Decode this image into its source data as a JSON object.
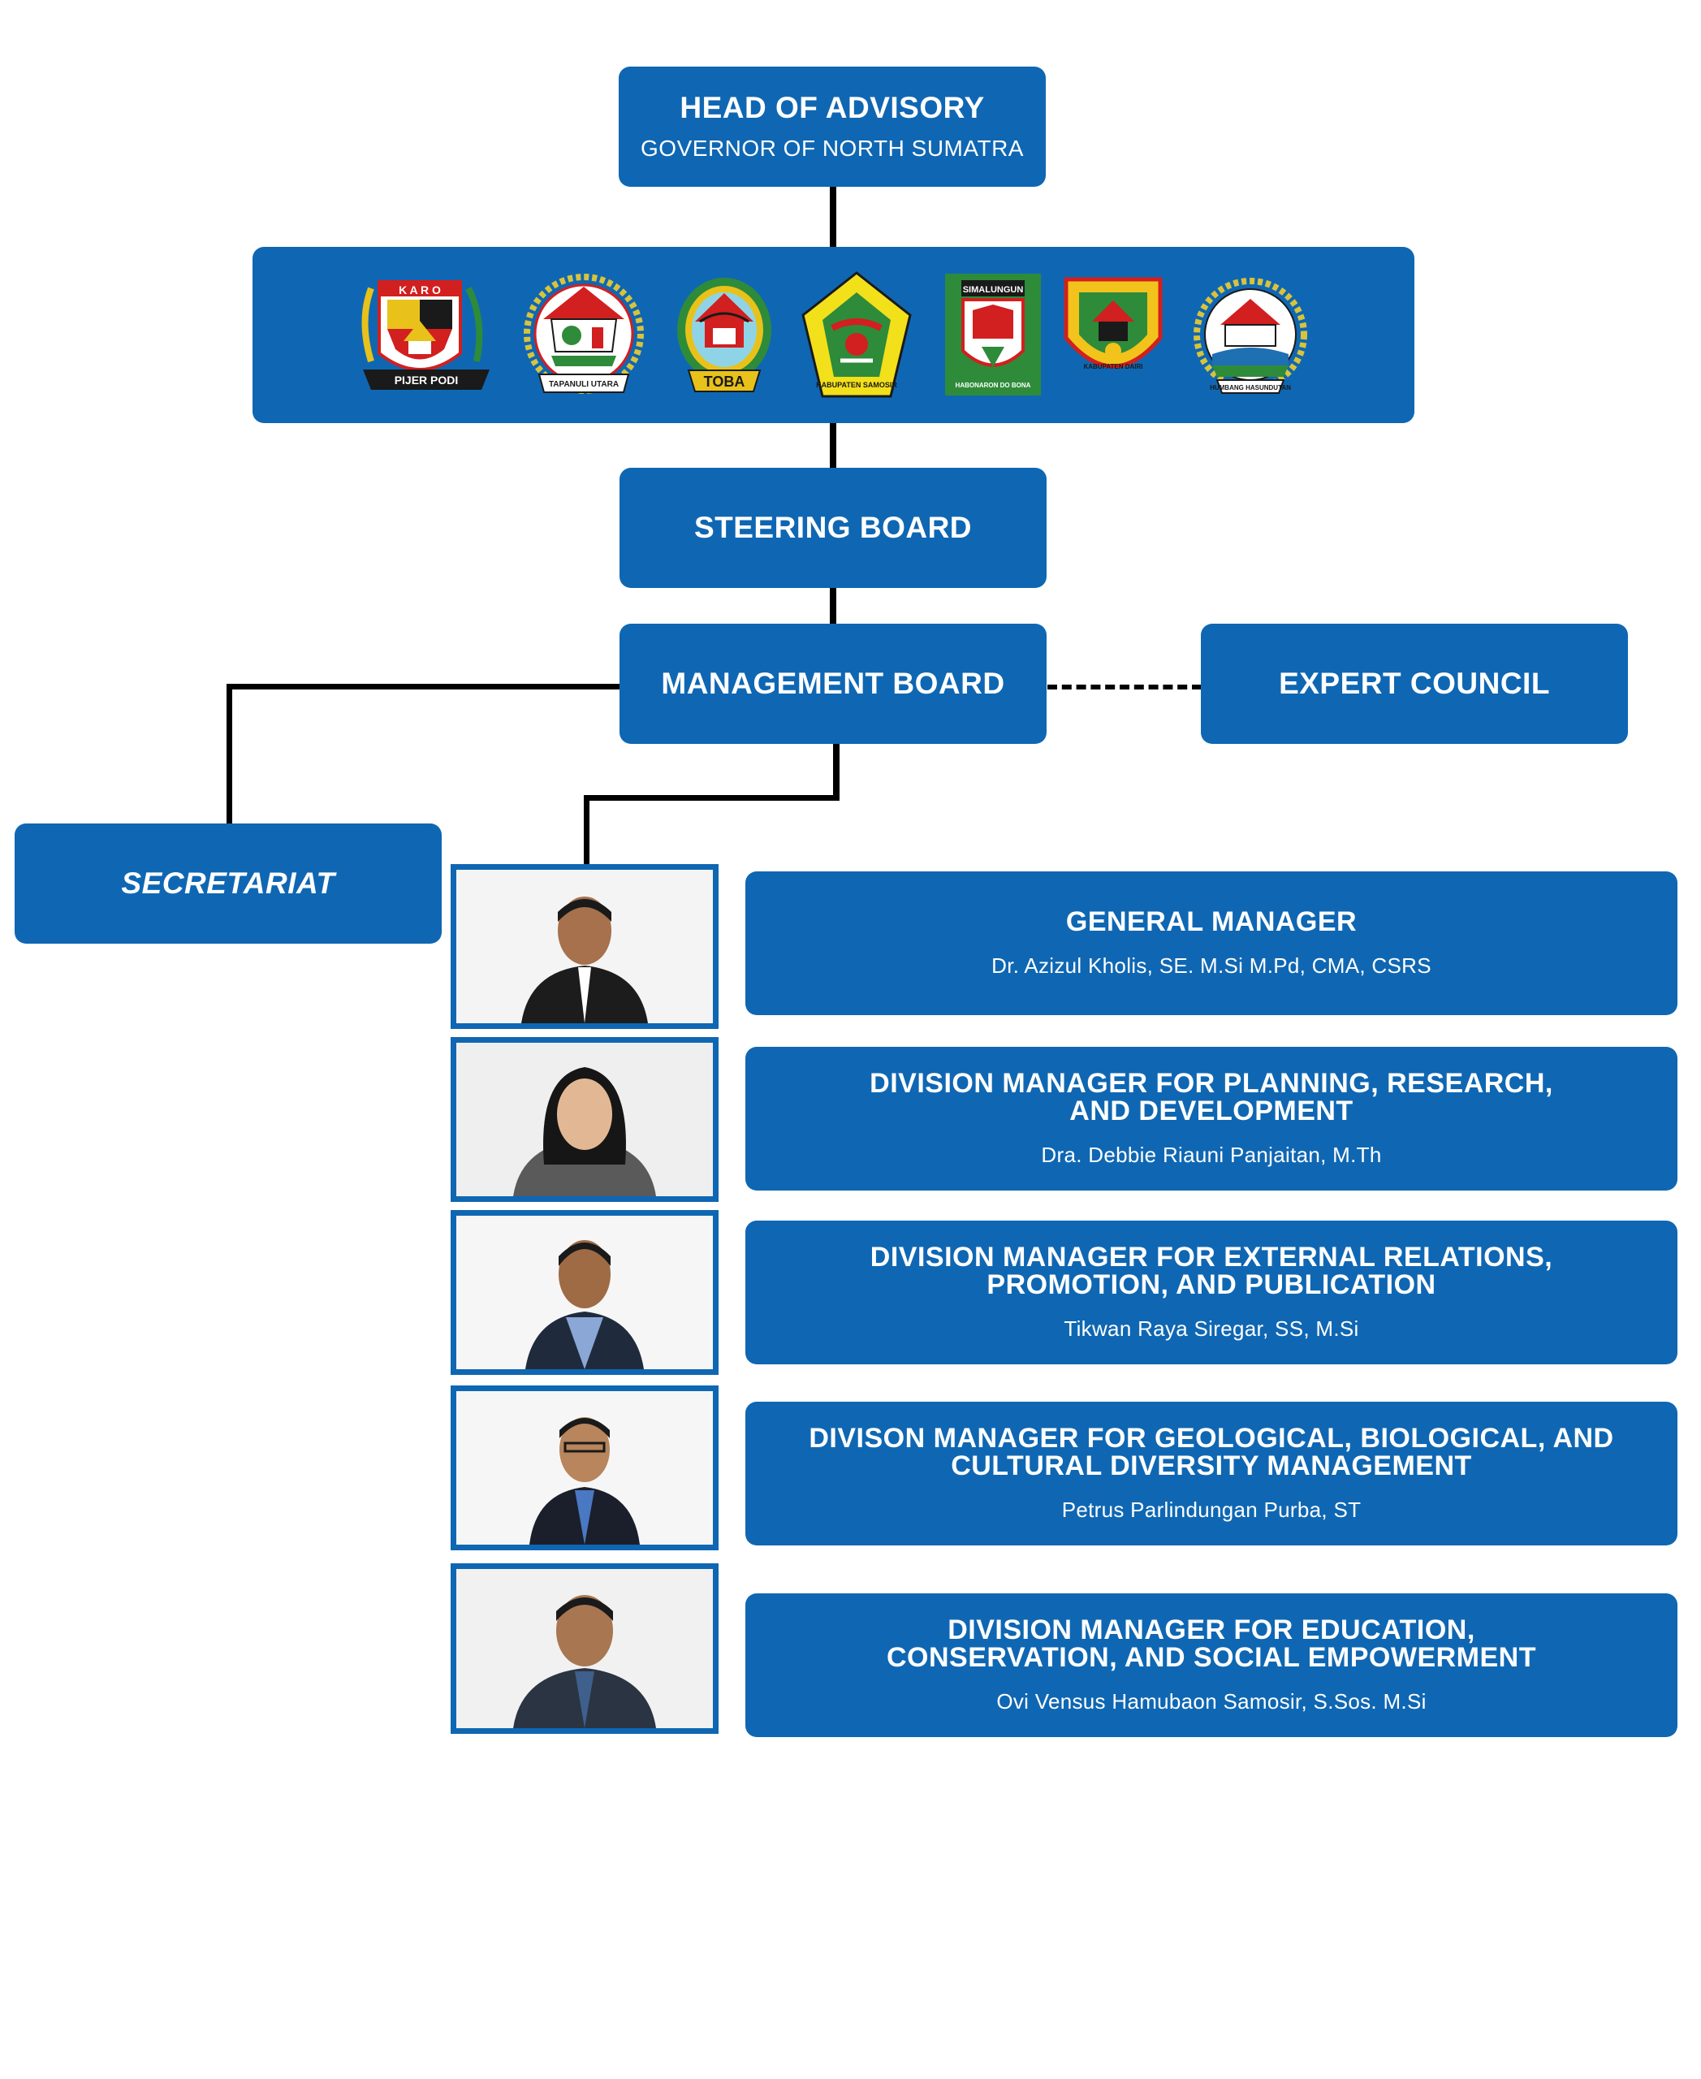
{
  "head": {
    "title": "HEAD OF ADVISORY",
    "subtitle": "GOVERNOR OF NORTH SUMATRA"
  },
  "logos": [
    {
      "icon": "karo-regency-emblem-icon",
      "text": "PIJER PODI",
      "top_text": "K A R O"
    },
    {
      "icon": "north-tapanuli-regency-emblem-icon",
      "text": "TAPANULI UTARA"
    },
    {
      "icon": "toba-regency-emblem-icon",
      "text": "TOBA"
    },
    {
      "icon": "samosir-regency-emblem-icon",
      "text": "KABUPATEN SAMOSIR"
    },
    {
      "icon": "simalungun-regency-emblem-icon",
      "text": "HABONARON DO BONA",
      "top_text": "SIMALUNGUN"
    },
    {
      "icon": "dairi-regency-emblem-icon",
      "text": "KABUPATEN DAIRI"
    },
    {
      "icon": "humbang-hasundutan-regency-emblem-icon",
      "text": "HUMBANG HASUNDUTAN"
    }
  ],
  "steering": {
    "title": "STEERING BOARD"
  },
  "management": {
    "title": "MANAGEMENT BOARD"
  },
  "expert": {
    "title": "EXPERT COUNCIL"
  },
  "secretariat": {
    "title": "SECRETARIAT"
  },
  "managers": [
    {
      "title": "GENERAL MANAGER",
      "name": "Dr. Azizul Kholis,  SE. M.Si M.Pd, CMA, CSRS"
    },
    {
      "title": "DIVISION MANAGER FOR PLANNING, RESEARCH, AND DEVELOPMENT",
      "name": "Dra. Debbie Riauni Panjaitan, M.Th"
    },
    {
      "title": "DIVISION MANAGER FOR EXTERNAL RELATIONS, PROMOTION, AND PUBLICATION",
      "name": "Tikwan Raya Siregar, SS, M.Si"
    },
    {
      "title": "DIVISON MANAGER FOR GEOLOGICAL, BIOLOGICAL, AND CULTURAL DIVERSITY MANAGEMENT",
      "name": "Petrus Parlindungan Purba, ST"
    },
    {
      "title": "DIVISION MANAGER  FOR EDUCATION, CONSERVATION, AND SOCIAL EMPOWERMENT",
      "name": "Ovi Vensus Hamubaon Samosir, S.Sos. M.Si"
    }
  ],
  "colors": {
    "box": "#0f67b3",
    "text": "#ffffff",
    "connector": "#000000"
  }
}
